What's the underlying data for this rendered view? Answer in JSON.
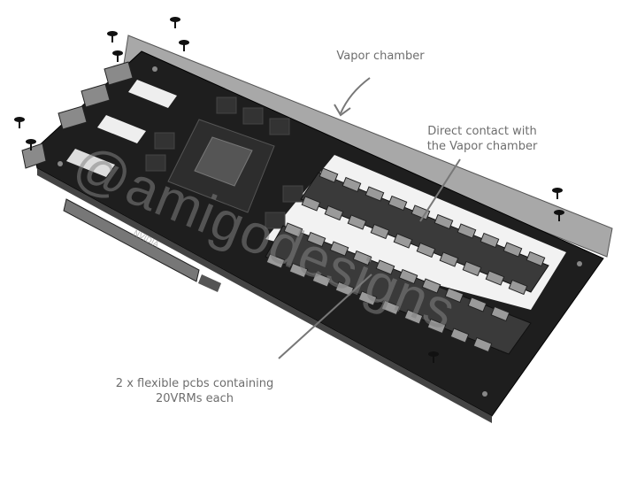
{
  "labels": {
    "vapor_chamber": "Vapor chamber",
    "direct_contact_line1": "Direct contact with",
    "direct_contact_line2": "the Vapor chamber",
    "flex_pcbs_line1": "2 x flexible pcbs containing",
    "flex_pcbs_line2": "20VRMs each"
  },
  "board_logo": "NVIDIA",
  "watermark": "@amigodesigns",
  "colors": {
    "board": "#1e1e1e",
    "vapor_chamber": "#a8a8a8",
    "annotation": "#6e6e6e"
  }
}
